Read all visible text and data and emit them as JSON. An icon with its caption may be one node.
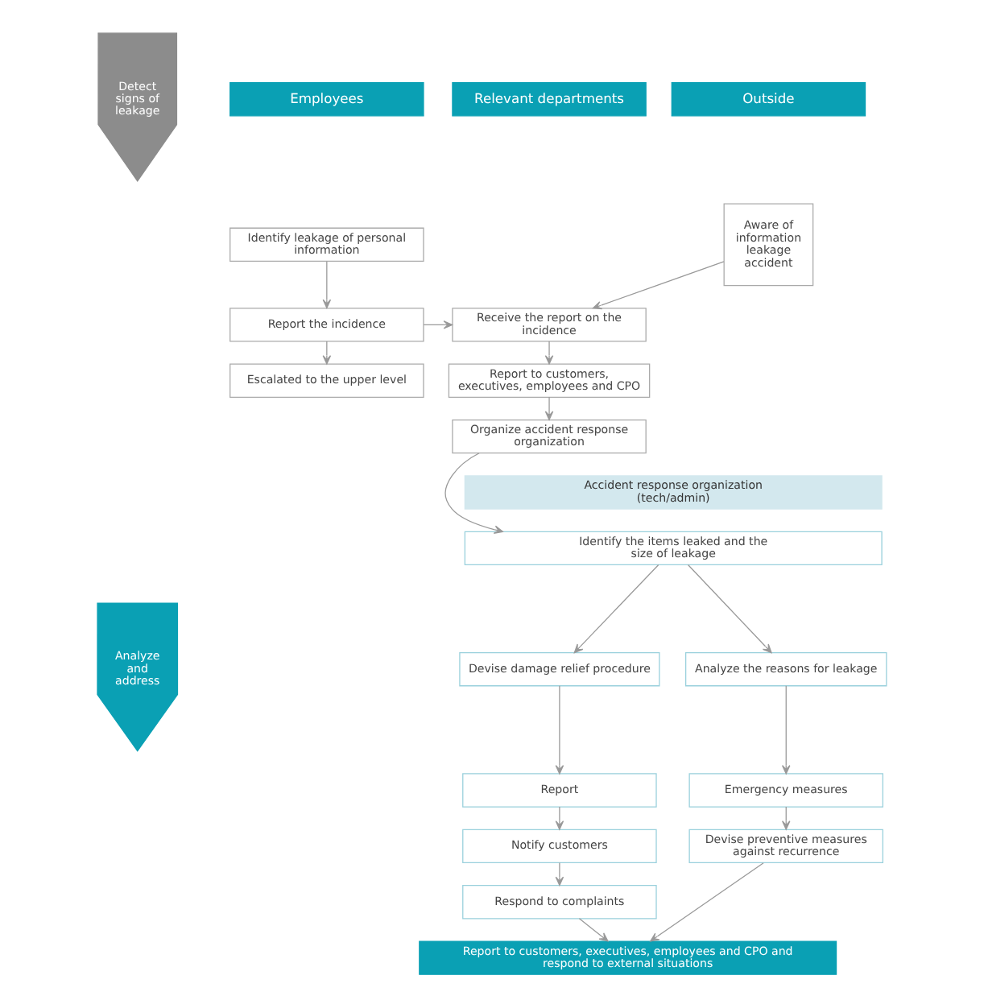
{
  "diagram": {
    "nodes": [
      {
        "text": [
          "Employees"
        ]
      },
      {
        "text": [
          "Relevant departments"
        ]
      },
      {
        "text": [
          "Outside"
        ]
      },
      {
        "text": [
          "Detect signs of leakage"
        ]
      },
      {
        "text": [
          "Identify leakage of personal information"
        ]
      },
      {
        "text": [
          "Aware of information leakage accident"
        ]
      },
      {
        "text": [
          "Report the incidence"
        ]
      },
      {
        "text": [
          "Receive the report on the incidence"
        ]
      },
      {
        "text": [
          "Escalated to the upper level"
        ]
      },
      {
        "text": [
          "Report to customers, executives, employees and CPO"
        ]
      },
      {
        "text": [
          "Organize accident response organization"
        ]
      },
      {
        "text": [
          "Accident response organization (tech/admin)"
        ]
      },
      {
        "text": [
          "Analyze and address"
        ]
      },
      {
        "text": [
          "Identify the items leaked and the size of leakage"
        ]
      },
      {
        "text": [
          "Analyze the reasons for leakage"
        ]
      },
      {
        "text": [
          "Devise damage relief procedure"
        ]
      },
      {
        "text": [
          "Emergency measures"
        ]
      },
      {
        "text": [
          "Report"
        ]
      },
      {
        "text": [
          "Devise preventive measures against recurrence"
        ]
      },
      {
        "text": [
          "Notify customers"
        ]
      },
      {
        "text": [
          "Respond to complaints"
        ]
      },
      {
        "text": [
          "Report to customers, executives, employees and CPO and respond to external situations"
        ]
      }
    ],
    "edges": [
      {
        "from": 4,
        "to": 6,
        "arrow": "to"
      },
      {
        "from": 6,
        "to": 8,
        "arrow": "to"
      },
      {
        "from": 6,
        "to": 7,
        "arrow": "to"
      },
      {
        "from": 5,
        "to": 7,
        "arrow": "to"
      },
      {
        "from": 7,
        "to": 9,
        "arrow": "to"
      },
      {
        "from": 9,
        "to": 10,
        "arrow": "to"
      },
      {
        "from": 10,
        "to": 13,
        "arrow": "to"
      },
      {
        "from": 13,
        "to": 14,
        "arrow": "to"
      },
      {
        "from": 13,
        "to": 15,
        "arrow": "to"
      },
      {
        "from": 14,
        "to": 16,
        "arrow": "to"
      },
      {
        "from": 16,
        "to": 18,
        "arrow": "to"
      },
      {
        "from": 18,
        "to": 21,
        "arrow": "to"
      },
      {
        "from": 15,
        "to": 17,
        "arrow": "to"
      },
      {
        "from": 17,
        "to": 19,
        "arrow": "to"
      },
      {
        "from": 19,
        "to": 20,
        "arrow": "to"
      },
      {
        "from": 20,
        "to": 21,
        "arrow": "to"
      }
    ]
  }
}
